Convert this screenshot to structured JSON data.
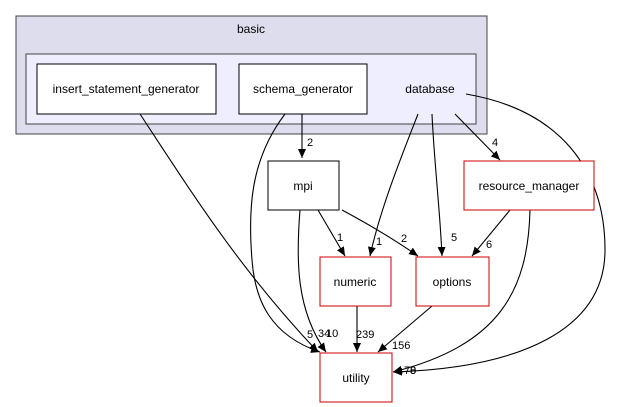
{
  "colors": {
    "outer_cluster_fill": "#ddddee",
    "inner_cluster_fill": "#eeeeff",
    "cluster_border": "#444444",
    "local_node_border": "#000000",
    "external_node_border": "#cc0000",
    "edge": "#000000"
  },
  "clusters": {
    "outer_label": "basic",
    "inner_label": "database"
  },
  "nodes": {
    "insert_statement_generator": "insert_statement_generator",
    "schema_generator": "schema_generator",
    "mpi": "mpi",
    "resource_manager": "resource_manager",
    "numeric": "numeric",
    "options": "options",
    "utility": "utility"
  },
  "edges": {
    "schema_to_mpi": "2",
    "database_to_resource_manager": "4",
    "database_to_numeric": "1",
    "database_to_options": "5",
    "mpi_to_numeric": "1",
    "mpi_to_options": "2",
    "resource_manager_to_options": "6",
    "to_utility_a": "5",
    "to_utility_b": "34",
    "to_utility_c": "10",
    "numeric_to_utility": "239",
    "options_to_utility": "156",
    "to_utility_d": "70",
    "to_utility_e": "8"
  }
}
